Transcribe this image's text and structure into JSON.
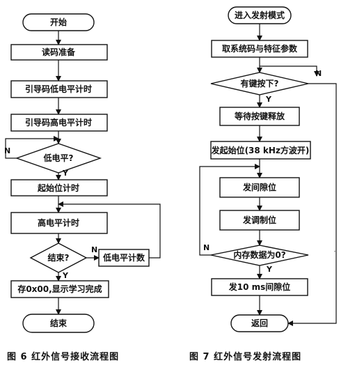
{
  "fig6": {
    "start": "开始",
    "prepare": "读码准备",
    "lead_low": "引导码低电平计时",
    "lead_high": "引导码高电平计时",
    "is_low": "低电平?",
    "start_bit": "起始位计时",
    "high_timer": "高电平计时",
    "is_end": "结束?",
    "low_count": "低电平计数",
    "store": "存0x00,显示学习完成",
    "end": "结束",
    "yes": "Y",
    "no": "N",
    "caption": "图 6   红外信号接收流程图"
  },
  "fig7": {
    "enter": "进入发射模式",
    "fetch": "取系统码与特征参数",
    "key_pressed": "有键按下?",
    "wait_release": "等待按键释放",
    "send_start": "发起始位(38 kHz方波开)",
    "send_gap": "发间隙位",
    "send_mod": "发调制位",
    "mem_zero": "内存数据为0?",
    "send_10ms": "发10 ms间隙位",
    "return": "返回",
    "yes": "Y",
    "no": "N",
    "caption": "图 7   红外信号发射流程图"
  }
}
